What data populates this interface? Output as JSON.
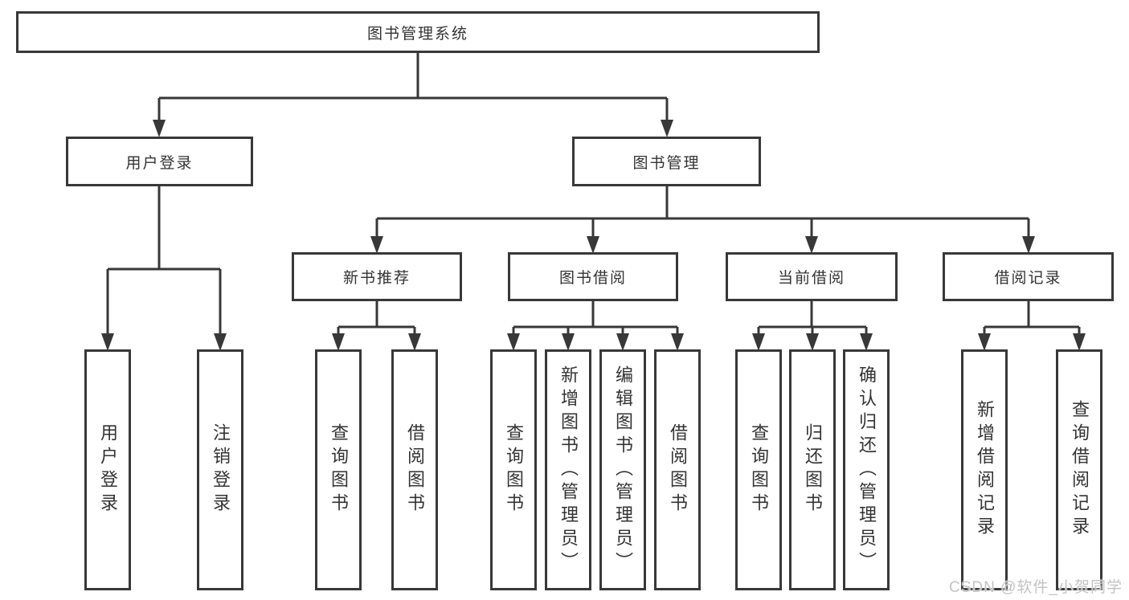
{
  "diagram": {
    "title": "图书管理系统",
    "branches": [
      {
        "label": "用户登录",
        "children": [
          "用户登录",
          "注销登录"
        ]
      },
      {
        "label": "图书管理",
        "subbranches": [
          {
            "label": "新书推荐",
            "children": [
              "查询图书",
              "借阅图书"
            ]
          },
          {
            "label": "图书借阅",
            "children": [
              "查询图书",
              "新增图书（管理员）",
              "编辑图书（管理员）",
              "借阅图书"
            ]
          },
          {
            "label": "当前借阅",
            "children": [
              "查询图书",
              "归还图书",
              "确认归还（管理员）"
            ]
          },
          {
            "label": "借阅记录",
            "children": [
              "新增借阅记录",
              "查询借阅记录"
            ]
          }
        ]
      }
    ],
    "watermark": "CSDN @软件_小贺同学",
    "colors": {
      "line": "#383838",
      "border": "#383838",
      "text": "#333333",
      "background": "#ffffff",
      "watermark": "#c3c3c3"
    }
  }
}
